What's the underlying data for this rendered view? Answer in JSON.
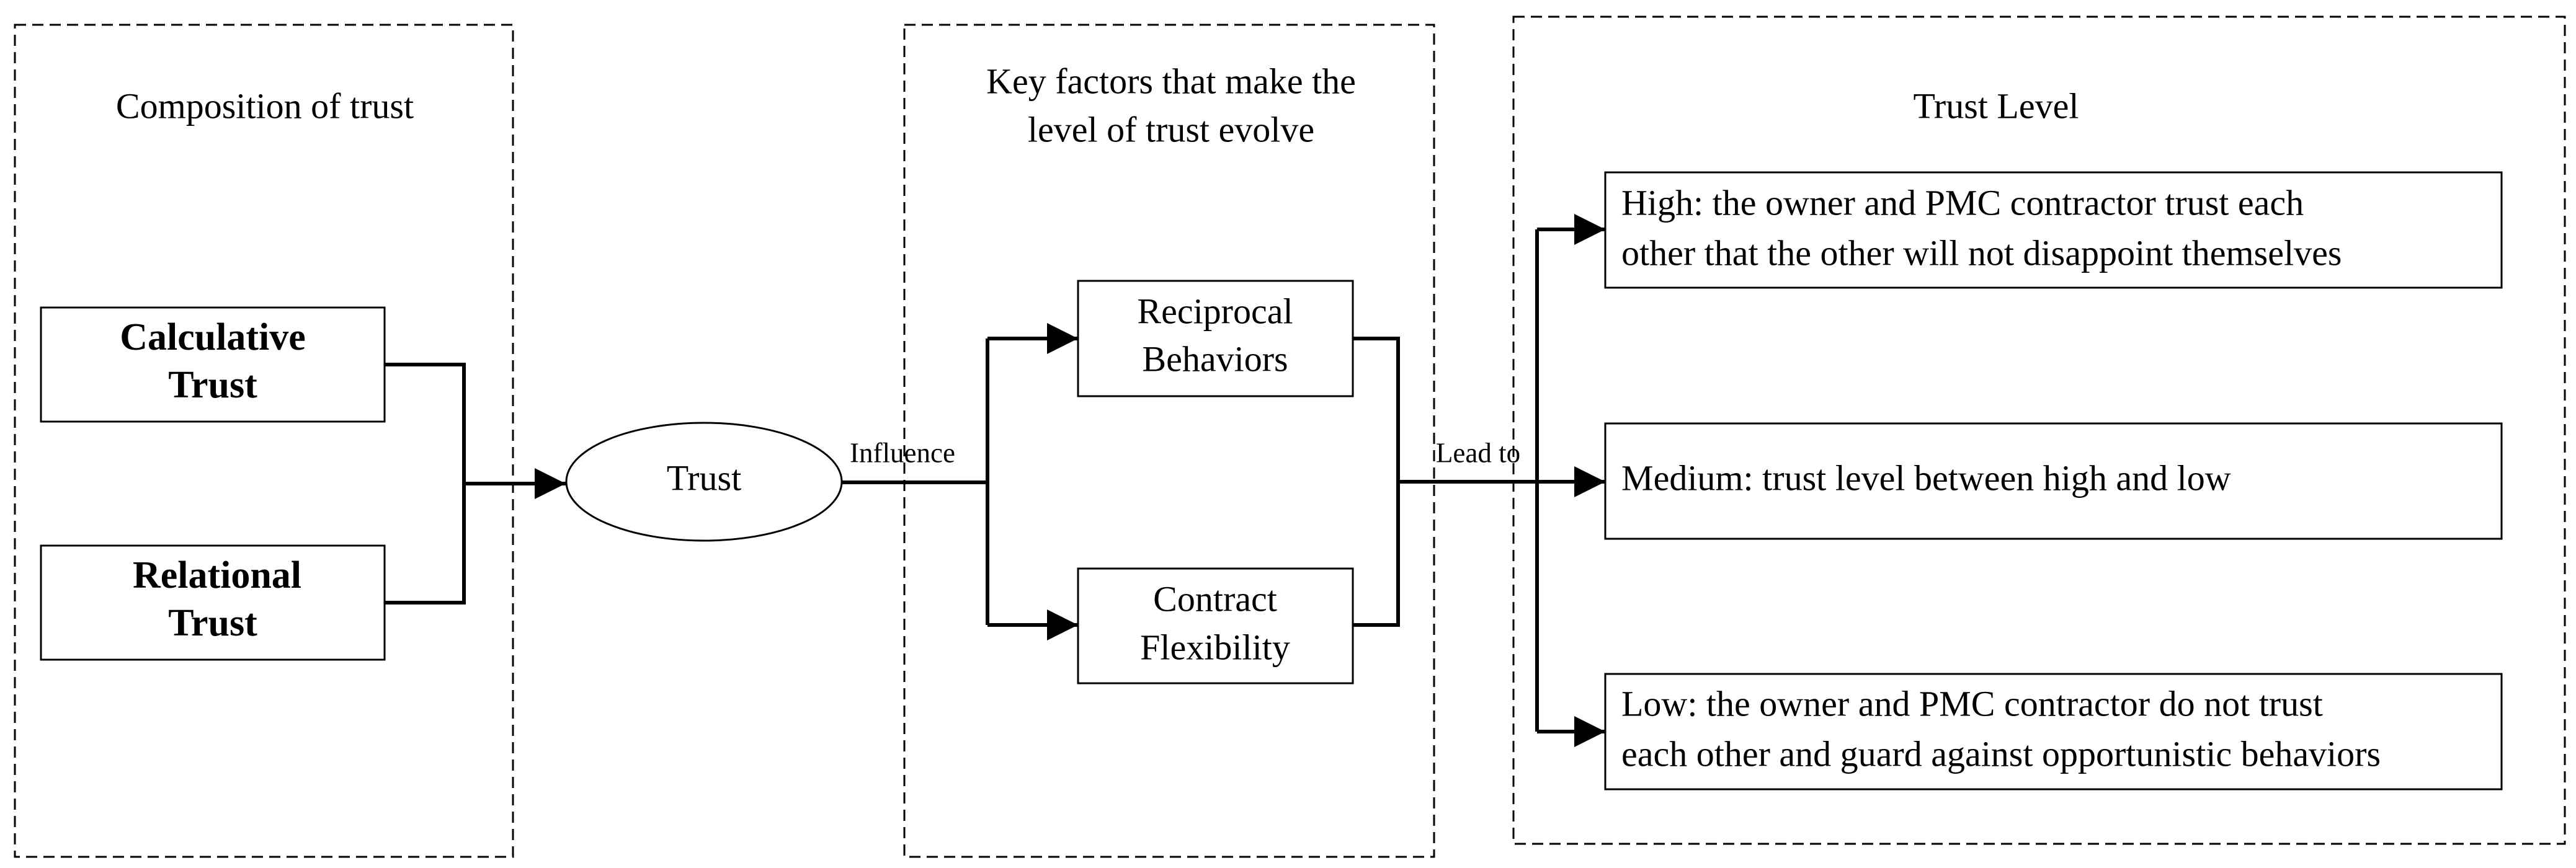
{
  "sections": {
    "composition": {
      "title": "Composition of trust"
    },
    "key_factors": {
      "title_line1": "Key factors that make the",
      "title_line2": "level of trust evolve"
    },
    "trust_level": {
      "title": "Trust Level"
    }
  },
  "nodes": {
    "calculative": {
      "line1": "Calculative",
      "line2": "Trust"
    },
    "relational": {
      "line1": "Relational",
      "line2": "Trust"
    },
    "trust": {
      "label": "Trust"
    },
    "reciprocal": {
      "line1": "Reciprocal",
      "line2": "Behaviors"
    },
    "contract": {
      "line1": "Contract",
      "line2": "Flexibility"
    },
    "high": {
      "line1": "High: the owner and PMC contractor trust each",
      "line2": "other that the other will not disappoint themselves"
    },
    "medium": {
      "label": "Medium: trust level between high and low"
    },
    "low": {
      "line1": "Low: the owner and PMC contractor do not trust",
      "line2": "each other and guard against opportunistic behaviors"
    }
  },
  "edges": {
    "influence": "Influence",
    "lead_to": "Lead to"
  }
}
